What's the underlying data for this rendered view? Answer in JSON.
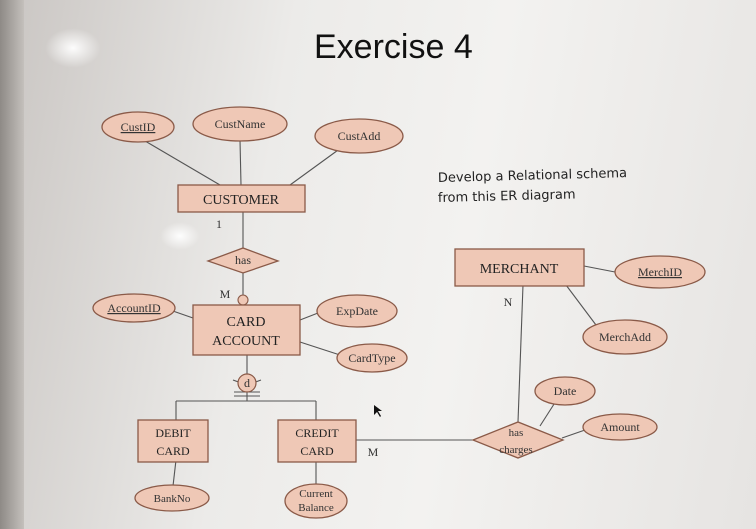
{
  "title": "Exercise 4",
  "instruction": [
    "Develop a Relational schema",
    "from this ER diagram"
  ],
  "entities": {
    "customer": "CUSTOMER",
    "card_account": [
      "CARD",
      "ACCOUNT"
    ],
    "merchant": "MERCHANT",
    "debit_card": [
      "DEBIT",
      "CARD"
    ],
    "credit_card": [
      "CREDIT",
      "CARD"
    ]
  },
  "attributes": {
    "cust_id": "CustID",
    "cust_name": "CustName",
    "cust_add": "CustAdd",
    "account_id": "AccountID",
    "exp_date": "ExpDate",
    "card_type": "CardType",
    "merch_id": "MerchID",
    "merch_add": "MerchAdd",
    "date": "Date",
    "amount": "Amount",
    "bank_no": "BankNo",
    "current_balance": [
      "Current",
      "Balance"
    ]
  },
  "relationships": {
    "has": "has",
    "has_charges": [
      "has",
      "charges"
    ]
  },
  "specialization_label": "d",
  "cardinalities": {
    "customer_has": "1",
    "has_card_account": "M",
    "merchant_charges": "N",
    "credit_charges": "M"
  }
}
